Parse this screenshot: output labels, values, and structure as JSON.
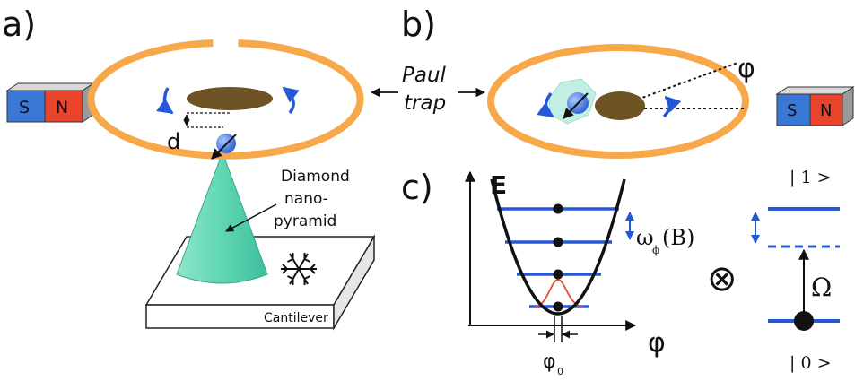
{
  "panels": {
    "a": "a)",
    "b": "b)",
    "c": "c)"
  },
  "panel_a": {
    "magnet_s": "S",
    "magnet_n": "N",
    "distance_label": "d",
    "pyramid_label_line1": "Diamond",
    "pyramid_label_line2": "nano-",
    "pyramid_label_line3": "pyramid",
    "cantilever_label": "Cantilever"
  },
  "center": {
    "paul_line1": "Paul",
    "paul_line2": "trap"
  },
  "panel_b": {
    "angle_label": "φ",
    "magnet_s": "S",
    "magnet_n": "N"
  },
  "panel_c": {
    "energy_axis": "E",
    "angle_axis": "φ",
    "phi0_main": "φ",
    "phi0_sub": "0",
    "omega_main": "ω",
    "omega_sub": "ϕ",
    "omega_arg": "(B)",
    "tensor": "⊗",
    "rabi": "Ω",
    "ket1": "| 1 >",
    "ket0": "| 0 >"
  },
  "colors": {
    "ring": "#f6a84a",
    "disk": "#6e5425",
    "magnet_blue": "#3a78d8",
    "magnet_red": "#e8452c",
    "level_blue": "#2458d8",
    "pyramid": "#5fd6b4",
    "wavepacket": "#e05030"
  }
}
